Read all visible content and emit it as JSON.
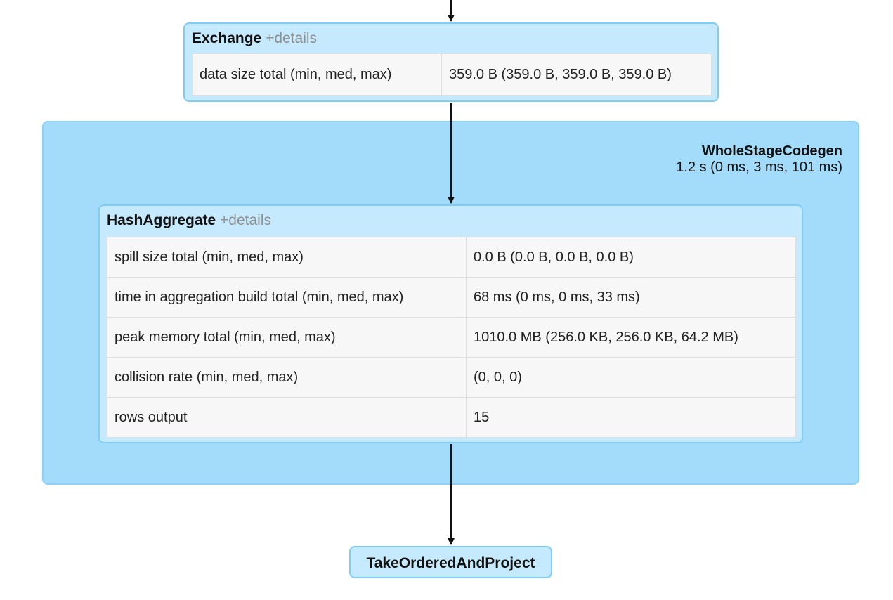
{
  "colors": {
    "cluster_fill": "#a3dcfb",
    "node_fill": "#c6eafd",
    "node_border": "#7fcdf6",
    "details_text": "#8f8f8f",
    "edge": "#111111"
  },
  "exchange": {
    "name": "Exchange",
    "details_link": "+details",
    "metrics": [
      {
        "key": "data size total (min, med, max)",
        "value": "359.0 B (359.0 B, 359.0 B, 359.0 B)"
      }
    ]
  },
  "whole_stage_codegen": {
    "name": "WholeStageCodegen",
    "metric": "1.2 s (0 ms, 3 ms, 101 ms)"
  },
  "hash_aggregate": {
    "name": "HashAggregate",
    "details_link": "+details",
    "metrics": [
      {
        "key": "spill size total (min, med, max)",
        "value": "0.0 B (0.0 B, 0.0 B, 0.0 B)"
      },
      {
        "key": "time in aggregation build total (min, med, max)",
        "value": "68 ms (0 ms, 0 ms, 33 ms)"
      },
      {
        "key": "peak memory total (min, med, max)",
        "value": "1010.0 MB (256.0 KB, 256.0 KB, 64.2 MB)"
      },
      {
        "key": "collision rate (min, med, max)",
        "value": "(0, 0, 0)"
      },
      {
        "key": "rows output",
        "value": "15"
      }
    ]
  },
  "take_ordered": {
    "name": "TakeOrderedAndProject"
  }
}
